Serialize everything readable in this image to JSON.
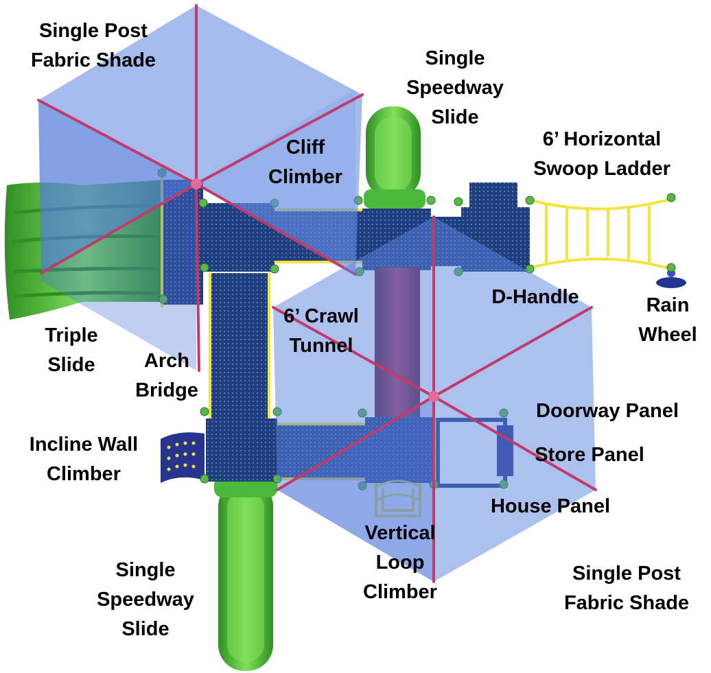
{
  "colors": {
    "shade_fill": "#5b84e0",
    "shade_edge": "#3e63c4",
    "shade_rod": "#c23a6a",
    "deck": "#1f3e7d",
    "deck_dark": "#16305f",
    "slide_green": "#5cc93e",
    "slide_green_dark": "#2f8f23",
    "rail_yellow": "#f2e43a",
    "post_green": "#58b84a",
    "tunnel": "#8a2a4d",
    "climber_blue": "#26338f"
  },
  "labels": {
    "shade_top_left": [
      "Single Post",
      "Fabric Shade"
    ],
    "slide_top": [
      "Single",
      "Speedway",
      "Slide"
    ],
    "cliff_climber": [
      "Cliff",
      "Climber"
    ],
    "swoop_ladder": [
      "6’ Horizontal",
      "Swoop Ladder"
    ],
    "d_handle": [
      "D-Handle"
    ],
    "rain_wheel": [
      "Rain",
      "Wheel"
    ],
    "triple_slide": [
      "Triple",
      "Slide"
    ],
    "crawl_tunnel": [
      "6’ Crawl",
      "Tunnel"
    ],
    "arch_bridge": [
      "Arch",
      "Bridge"
    ],
    "doorway_panel": [
      "Doorway Panel"
    ],
    "store_panel": [
      "Store Panel"
    ],
    "incline_wall": [
      "Incline Wall",
      "Climber"
    ],
    "house_panel": [
      "House Panel"
    ],
    "vertical_loop": [
      "Vertical",
      "Loop",
      "Climber"
    ],
    "slide_bottom": [
      "Single",
      "Speedway",
      "Slide"
    ],
    "shade_bottom_right": [
      "Single Post",
      "Fabric Shade"
    ]
  },
  "icons": [
    "fabric-shade-icon",
    "speedway-slide-icon",
    "triple-slide-icon",
    "crawl-tunnel-icon",
    "swoop-ladder-icon",
    "rain-wheel-icon",
    "incline-wall-climber-icon",
    "vertical-loop-climber-icon"
  ]
}
